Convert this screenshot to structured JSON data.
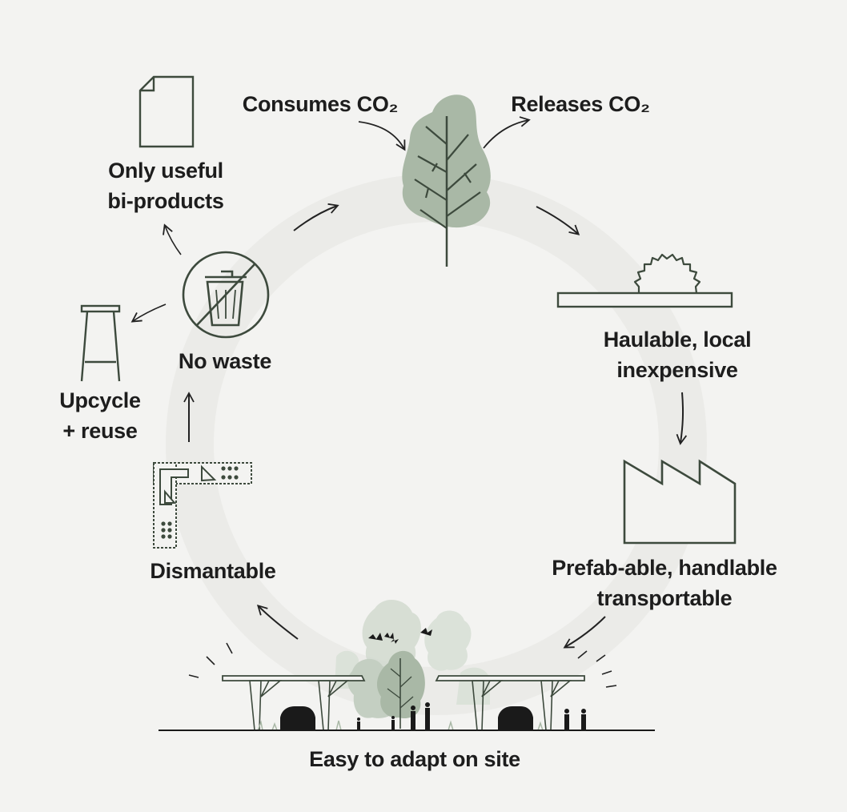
{
  "colors": {
    "background": "#f3f3f1",
    "ring": "#ebebe8",
    "line": "#3d4a3d",
    "foliage": "#a9b8a6",
    "foliage_light": "#cfd8cd",
    "text": "#1d1d1d"
  },
  "stages": {
    "consumes": {
      "label": "Consumes CO₂",
      "icon": "arrow-in-icon"
    },
    "releases": {
      "label": "Releases CO₂",
      "icon": "arrow-out-icon"
    },
    "tree": {
      "icon": "tree-icon"
    },
    "haulable": {
      "line1": "Haulable, local",
      "line2": "inexpensive",
      "icon": "saw-icon"
    },
    "prefab": {
      "line1": "Prefab-able, handlable",
      "line2": "transportable",
      "icon": "factory-icon"
    },
    "adapt": {
      "label": "Easy to adapt on site",
      "icon": "carport-structure-icon"
    },
    "dismantable": {
      "label": "Dismantable",
      "icon": "beam-joint-icon"
    },
    "no_waste": {
      "label": "No waste",
      "icon": "no-trash-icon"
    },
    "upcycle": {
      "line1": "Upcycle",
      "line2": "+ reuse",
      "icon": "stool-icon"
    },
    "useful": {
      "line1": "Only useful",
      "line2": "bi-products",
      "icon": "document-icon"
    }
  }
}
